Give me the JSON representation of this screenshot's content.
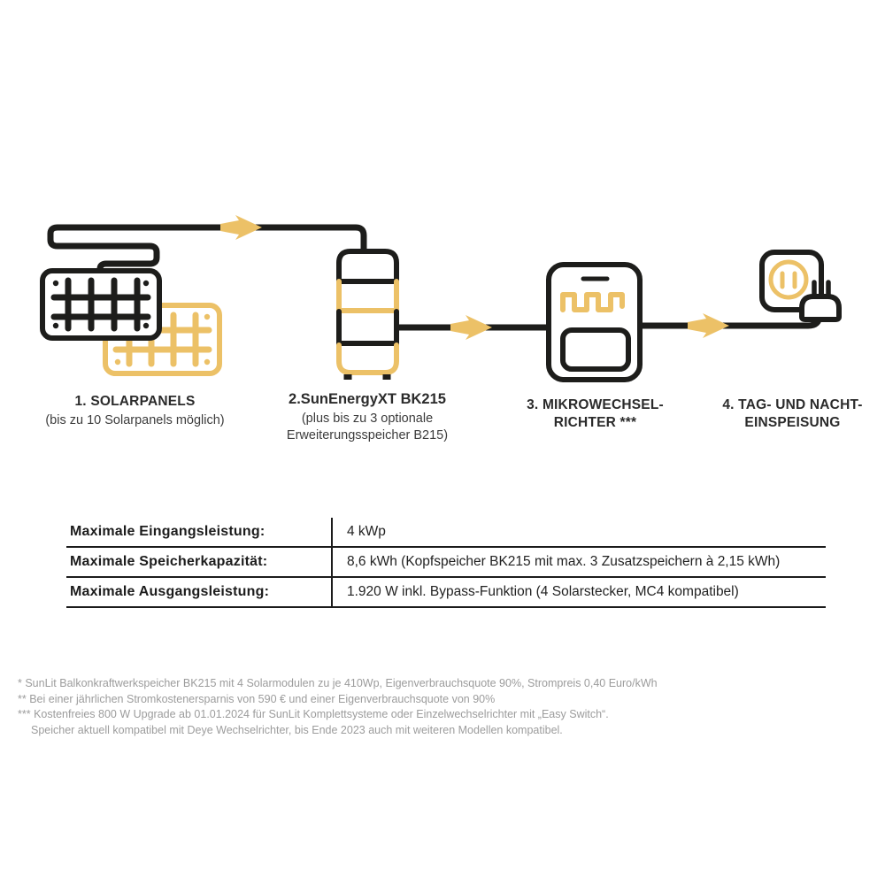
{
  "colors": {
    "accent_yellow": "#ECC167",
    "line_black": "#1D1D1B",
    "text_dark": "#2B2B2B",
    "text_gray": "#9C9C9C"
  },
  "icons": {
    "solar_panel": "solar-panel-icon",
    "extra_solar_panel": "solar-panel-secondary-icon",
    "battery_storage": "battery-storage-tower-icon",
    "microinverter": "microinverter-icon",
    "wall_outlet": "wall-outlet-icon",
    "power_plug": "power-plug-icon",
    "flow_arrow": "flow-arrow-icon",
    "cable": "cable-wire"
  },
  "diagram": {
    "steps": [
      {
        "title": "1. SOLARPANELS",
        "subtitle": "(bis zu 10 Solarpanels möglich)",
        "icon": "solar-panel-icon"
      },
      {
        "title": "2.SunEnergyXT BK215",
        "subtitle": "(plus bis zu 3 optionale Erweiterungsspeicher B215)",
        "icon": "battery-storage-tower-icon"
      },
      {
        "title": "3. MIKROWECHSEL-",
        "title_line2": "RICHTER ***",
        "icon": "microinverter-icon"
      },
      {
        "title": "4. TAG- UND NACHT-",
        "title_line2": "EINSPEISUNG",
        "icon": "wall-outlet-icon"
      }
    ]
  },
  "table": {
    "rows": [
      {
        "label": "Maximale Eingangsleistung:",
        "value": "4 kWp"
      },
      {
        "label": "Maximale Speicherkapazität:",
        "value": "8,6 kWh (Kopfspeicher BK215 mit max. 3 Zusatzspeichern à 2,15 kWh)"
      },
      {
        "label": "Maximale Ausgangsleistung:",
        "value": "1.920 W inkl. Bypass-Funktion (4 Solarstecker, MC4 kompatibel)"
      }
    ]
  },
  "footnotes": {
    "items": [
      "* SunLit Balkonkraftwerkspeicher BK215 mit 4 Solarmodulen zu je 410Wp, Eigenverbrauchsquote 90%, Strompreis 0,40 Euro/kWh",
      "** Bei einer jährlichen Stromkostenersparnis von 590 € und einer Eigenverbrauchsquote von 90%",
      "*** Kostenfreies 800 W Upgrade ab 01.01.2024 für SunLit Komplettsysteme oder Einzelwechselrichter mit „Easy Switch“.",
      "Speicher aktuell kompatibel mit Deye Wechselrichter, bis Ende 2023 auch mit weiteren Modellen kompatibel."
    ]
  }
}
